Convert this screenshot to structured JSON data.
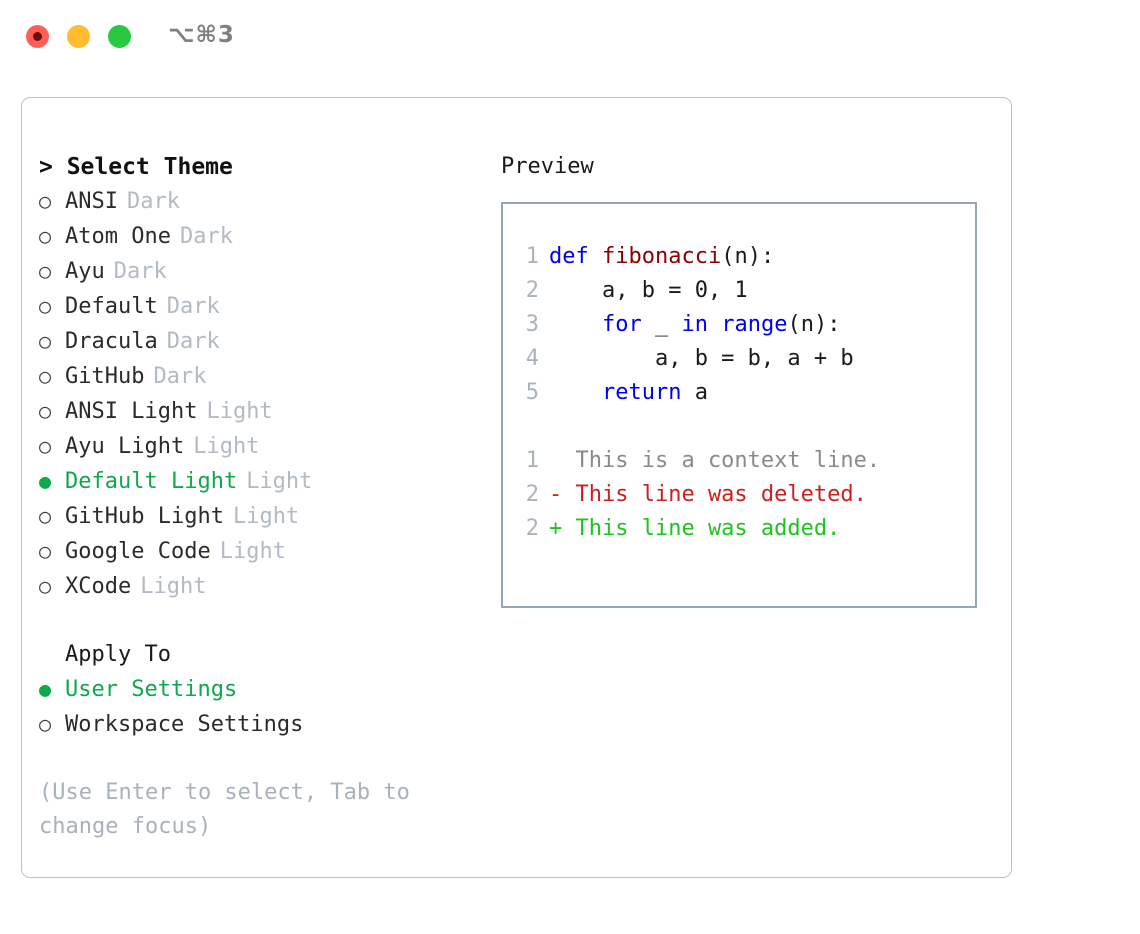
{
  "titlebar": {
    "shortcut": "⌥⌘3",
    "buttons": [
      {
        "name": "close",
        "color": "#FF5F56"
      },
      {
        "name": "minimize",
        "color": "#FEBC2E"
      },
      {
        "name": "maximize",
        "color": "#28C840"
      }
    ]
  },
  "theme_picker": {
    "header": "> Select Theme",
    "selected_marker": "●",
    "unselected_marker": "○",
    "items": [
      {
        "label": "ANSI",
        "suffix": "Dark",
        "selected": false
      },
      {
        "label": "Atom One",
        "suffix": "Dark",
        "selected": false
      },
      {
        "label": "Ayu",
        "suffix": "Dark",
        "selected": false
      },
      {
        "label": "Default",
        "suffix": "Dark",
        "selected": false
      },
      {
        "label": "Dracula",
        "suffix": "Dark",
        "selected": false
      },
      {
        "label": "GitHub",
        "suffix": "Dark",
        "selected": false
      },
      {
        "label": "ANSI Light",
        "suffix": "Light",
        "selected": false
      },
      {
        "label": "Ayu Light",
        "suffix": "Light",
        "selected": false
      },
      {
        "label": "Default Light",
        "suffix": "Light",
        "selected": true
      },
      {
        "label": "GitHub Light",
        "suffix": "Light",
        "selected": false
      },
      {
        "label": "Google Code",
        "suffix": "Light",
        "selected": false
      },
      {
        "label": "XCode",
        "suffix": "Light",
        "selected": false
      }
    ]
  },
  "apply_to": {
    "header": "Apply To",
    "items": [
      {
        "label": "User Settings",
        "selected": true
      },
      {
        "label": "Workspace Settings",
        "selected": false
      }
    ]
  },
  "hint": "(Use Enter to select, Tab to change focus)",
  "preview": {
    "title": "Preview",
    "code_lines": [
      {
        "no": "1",
        "tokens": [
          {
            "t": "def ",
            "c": "kw"
          },
          {
            "t": "fibonacci",
            "c": "fn"
          },
          {
            "t": "(n):",
            "c": "pl"
          }
        ]
      },
      {
        "no": "2",
        "tokens": [
          {
            "t": "    a, b = 0, 1",
            "c": "pl"
          }
        ]
      },
      {
        "no": "3",
        "tokens": [
          {
            "t": "    ",
            "c": "pl"
          },
          {
            "t": "for",
            "c": "kw"
          },
          {
            "t": " _ ",
            "c": "pl"
          },
          {
            "t": "in",
            "c": "kw"
          },
          {
            "t": " ",
            "c": "pl"
          },
          {
            "t": "range",
            "c": "kw"
          },
          {
            "t": "(n):",
            "c": "pl"
          }
        ]
      },
      {
        "no": "4",
        "tokens": [
          {
            "t": "        a, b = b, a + b",
            "c": "pl"
          }
        ]
      },
      {
        "no": "5",
        "tokens": [
          {
            "t": "    ",
            "c": "pl"
          },
          {
            "t": "return",
            "c": "kw"
          },
          {
            "t": " a",
            "c": "pl"
          }
        ]
      }
    ],
    "diff_lines": [
      {
        "no": "1",
        "text": "  This is a context line.",
        "kind": "ctx"
      },
      {
        "no": "2",
        "text": "- This line was deleted.",
        "kind": "del"
      },
      {
        "no": "2",
        "text": "+ This line was added.",
        "kind": "add"
      }
    ]
  },
  "colors": {
    "accent_green": "#0fa84c",
    "muted_gray": "#b2bac4",
    "keyword_blue": "#0000ee",
    "function_red": "#8b0000",
    "diff_delete": "#cc2020",
    "diff_add": "#1fc31f",
    "panel_border": "#b9c2cc",
    "preview_border": "#97a5b4"
  }
}
